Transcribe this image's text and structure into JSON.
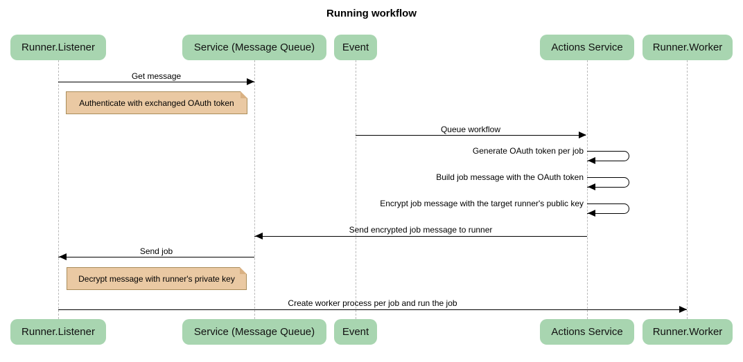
{
  "title": "Running workflow",
  "actors": [
    {
      "label": "Runner.Listener"
    },
    {
      "label": "Service (Message Queue)"
    },
    {
      "label": "Event"
    },
    {
      "label": "Actions Service"
    },
    {
      "label": "Runner.Worker"
    }
  ],
  "messages": [
    {
      "label": "Get message",
      "from": "Runner.Listener",
      "to": "Service (Message Queue)",
      "self": false
    },
    {
      "label": "Queue workflow",
      "from": "Event",
      "to": "Actions Service",
      "self": false
    },
    {
      "label": "Generate OAuth token per job",
      "from": "Actions Service",
      "to": "Actions Service",
      "self": true
    },
    {
      "label": "Build job message with the OAuth token",
      "from": "Actions Service",
      "to": "Actions Service",
      "self": true
    },
    {
      "label": "Encrypt job message with the target runner's public key",
      "from": "Actions Service",
      "to": "Actions Service",
      "self": true
    },
    {
      "label": "Send encrypted job message to runner",
      "from": "Actions Service",
      "to": "Service (Message Queue)",
      "self": false
    },
    {
      "label": "Send job",
      "from": "Service (Message Queue)",
      "to": "Runner.Listener",
      "self": false
    },
    {
      "label": "Create worker process per job and run the job",
      "from": "Runner.Listener",
      "to": "Runner.Worker",
      "self": false
    }
  ],
  "notes": [
    {
      "label": "Authenticate with exchanged OAuth token",
      "over": "Runner.Listener"
    },
    {
      "label": "Decrypt message with runner's private key",
      "over": "Runner.Listener"
    }
  ],
  "colors": {
    "actor_fill": "#a8d5b0",
    "note_fill": "#eac9a3",
    "note_border": "#a98c59",
    "message_line": "#000000",
    "lifeline": "#b9b9b9",
    "background": "#ffffff"
  }
}
